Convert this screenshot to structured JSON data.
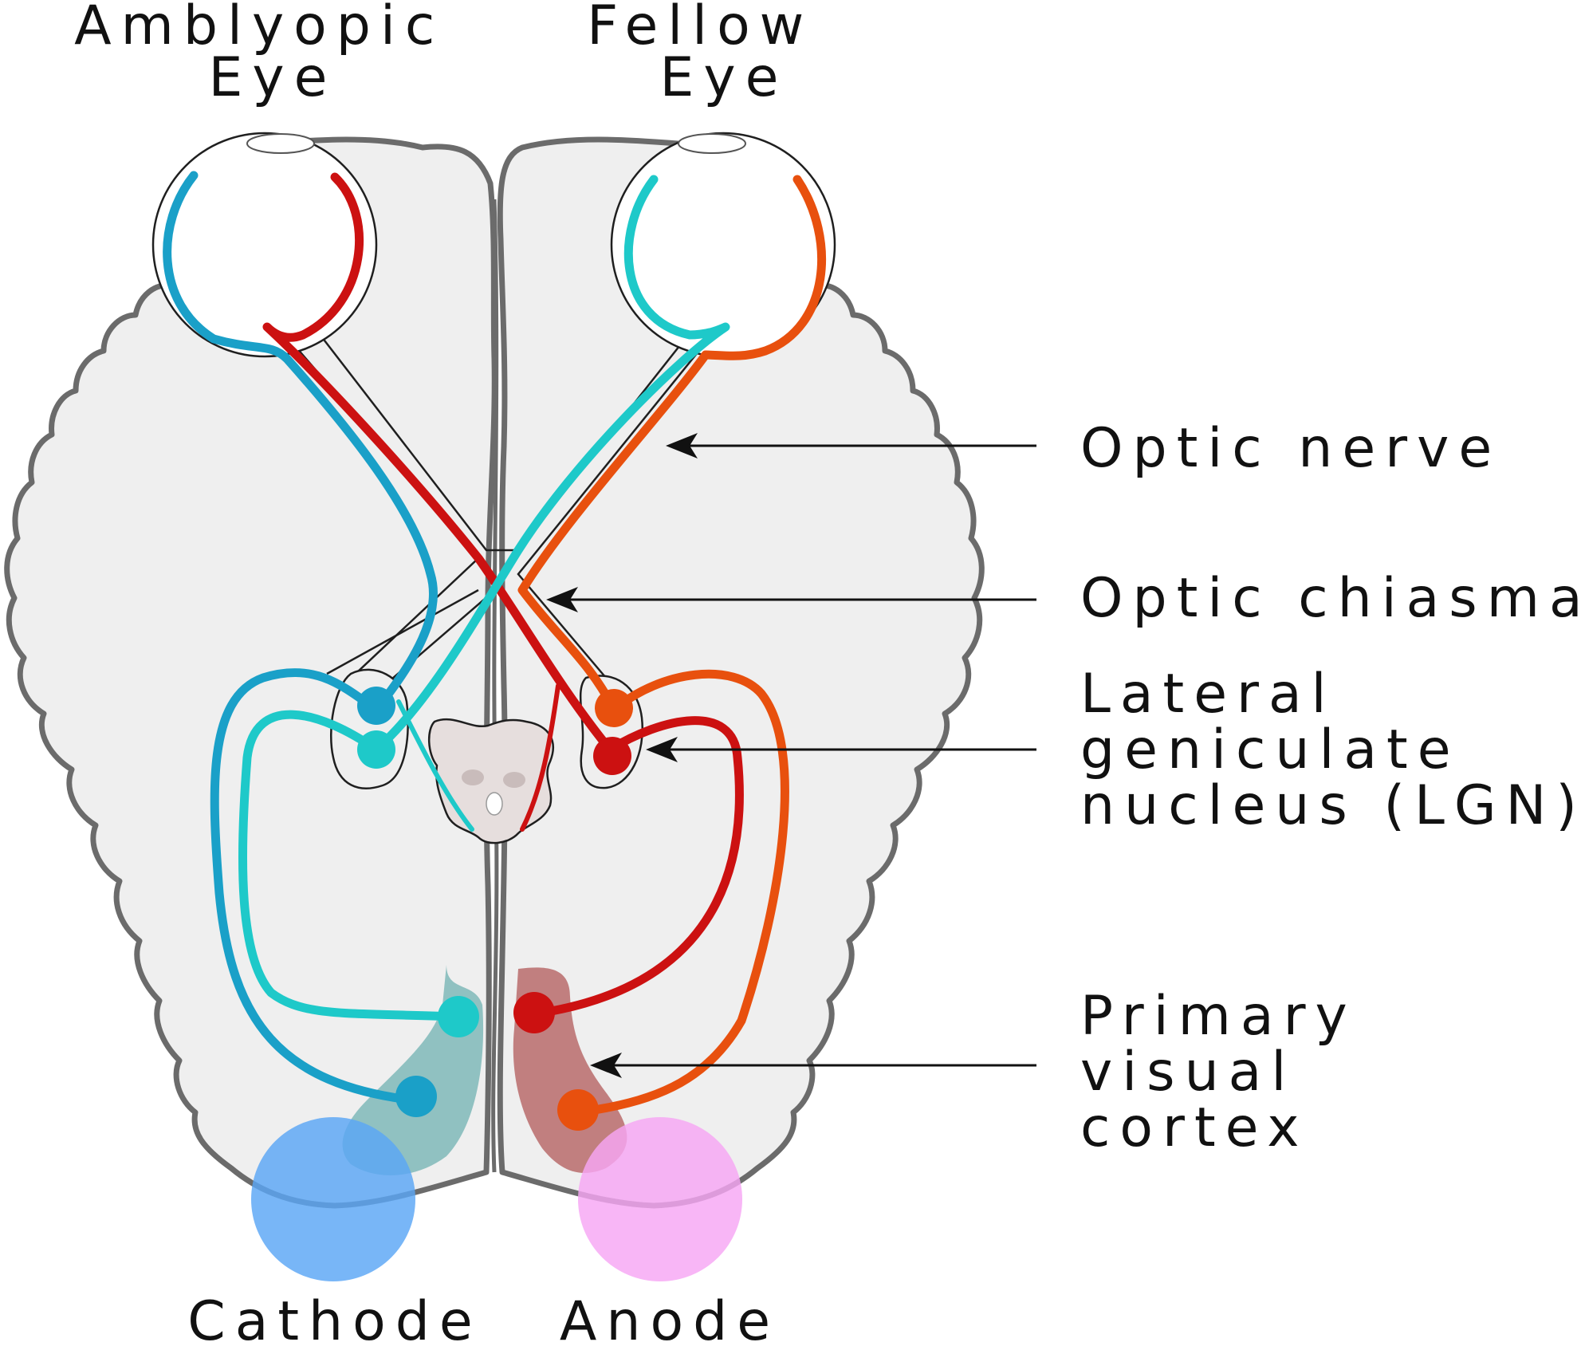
{
  "labels": {
    "amblyopic_eye": [
      "Amblyopic",
      "Eye"
    ],
    "fellow_eye": [
      "Fellow",
      "Eye"
    ],
    "optic_nerve": [
      "Optic nerve"
    ],
    "optic_chiasma": [
      "Optic chiasma"
    ],
    "lgn": [
      "Lateral",
      "geniculate",
      "nucleus (LGN)"
    ],
    "primary_visual_cortex": [
      "Primary",
      "visual",
      "cortex"
    ],
    "cathode": [
      "Cathode"
    ],
    "anode": [
      "Anode"
    ]
  },
  "colors": {
    "brain_fill": "#efefef",
    "brain_outline": "#6b6b6b",
    "amblyopic_temporal_fiber": "#1aa0c8",
    "amblyopic_nasal_fiber": "#cc1111",
    "fellow_nasal_fiber": "#1ec9c9",
    "fellow_temporal_fiber": "#e8500e",
    "cathode_electrode": "#5aa6f5",
    "anode_electrode": "#f6a6f4",
    "left_cortex_region": "#7fb9b9",
    "right_cortex_region": "#b86b6b"
  },
  "electrodes": [
    {
      "name": "cathode-electrode",
      "label_key": "cathode"
    },
    {
      "name": "anode-electrode",
      "label_key": "anode"
    }
  ]
}
